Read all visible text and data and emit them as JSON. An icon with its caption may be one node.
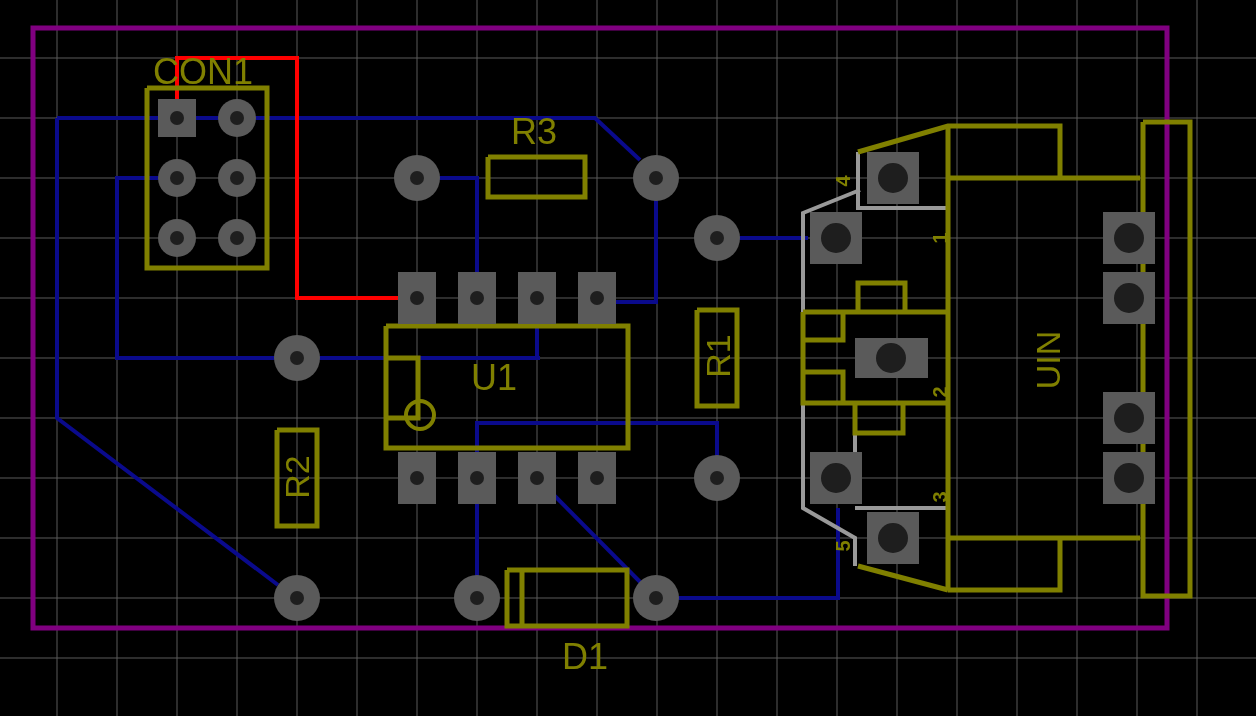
{
  "diagram": {
    "labels": [
      "CON1",
      "R3",
      "4",
      "1",
      "R1",
      "U1",
      "UIN",
      "2",
      "R2",
      "3",
      "5",
      "D1"
    ]
  }
}
